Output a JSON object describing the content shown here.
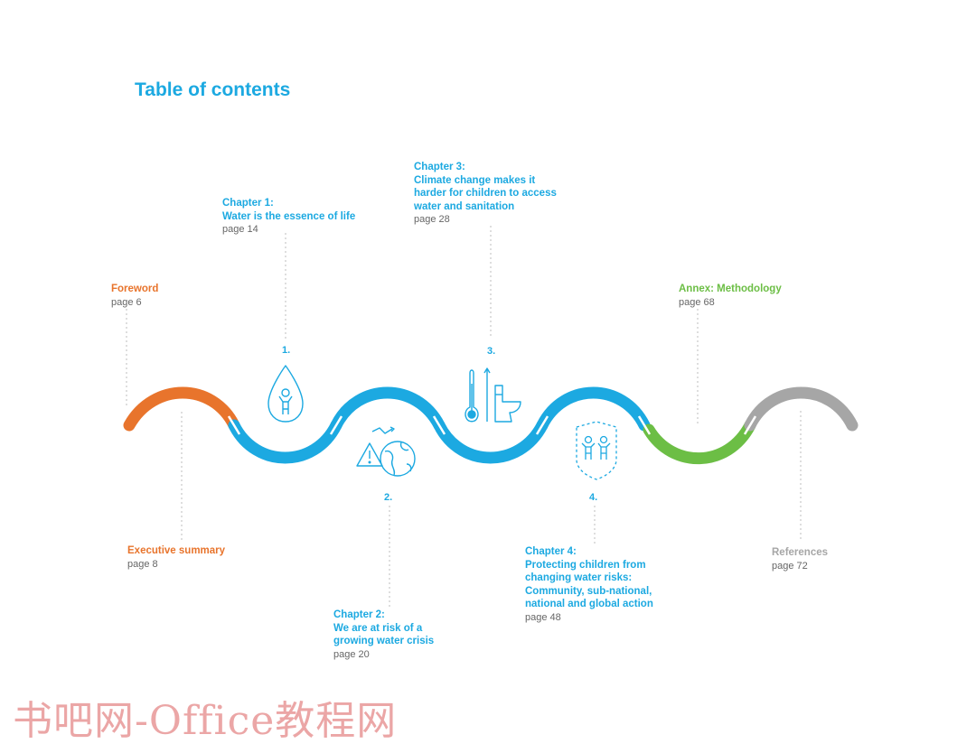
{
  "page": {
    "title": "Table of contents"
  },
  "entries": {
    "foreword": {
      "head": "Foreword",
      "page": "page 6"
    },
    "executive_summary": {
      "head": "Executive summary",
      "page": "page 8"
    },
    "chapter1": {
      "head": "Chapter 1:\nWater is the essence of life",
      "page": "page 14",
      "number": "1."
    },
    "chapter2": {
      "head": "Chapter 2:\nWe are at risk of a\ngrowing water crisis",
      "page": "page 20",
      "number": "2."
    },
    "chapter3": {
      "head": "Chapter 3:\nClimate change makes it\nharder for children to access\nwater and sanitation",
      "page": "page 28",
      "number": "3."
    },
    "chapter4": {
      "head": "Chapter 4:\nProtecting children from\nchanging water risks:\nCommunity, sub-national,\nnational and global action",
      "page": "page 48",
      "number": "4."
    },
    "annex": {
      "head": "Annex: Methodology",
      "page": "page 68"
    },
    "references": {
      "head": "References",
      "page": "page 72"
    }
  },
  "icons": [
    "water-drop-child-icon",
    "warning-globe-icon",
    "thermometer-toilet-icon",
    "children-shield-icon"
  ],
  "colors": {
    "title": "#1ca9e1",
    "orange": "#e8742c",
    "blue": "#1ca9e1",
    "green": "#6cbe45",
    "gray": "#a6a6a6",
    "watermark": "#e89696"
  },
  "watermark": "书吧网-Office教程网"
}
